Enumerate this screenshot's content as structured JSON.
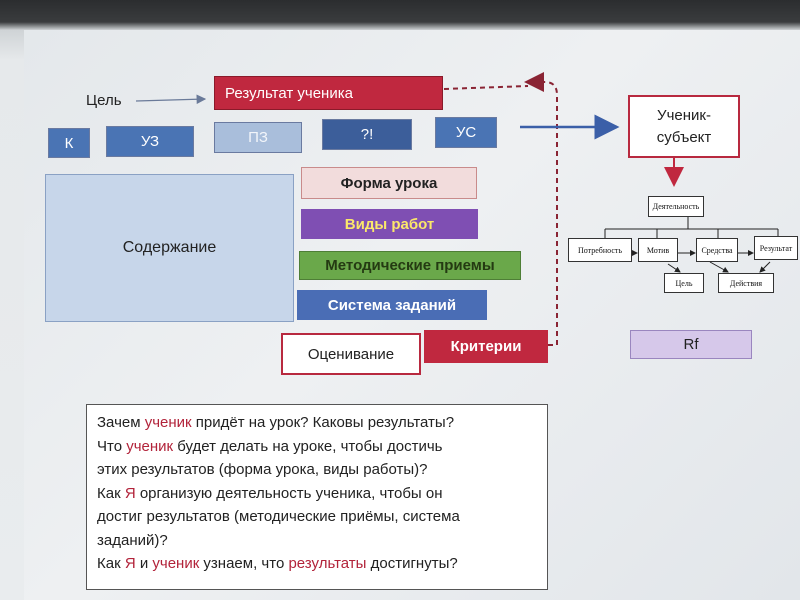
{
  "diagram": {
    "goal_label": "Цель",
    "result_box": "Результат ученика",
    "codes": [
      "К",
      "УЗ",
      "ПЗ",
      "?!",
      "УС"
    ],
    "content_box": "Содержание",
    "methods": [
      "Форма урока",
      "Виды работ",
      "Методические приемы",
      "Система заданий"
    ],
    "evaluation": "Оценивание",
    "criteria": "Критерии",
    "student_subject": [
      "Ученик-",
      "субъект"
    ],
    "activity_nodes": {
      "activity": "Деятельность",
      "need": "Потребность",
      "motive": "Мотив",
      "means": "Средства",
      "result": "Результат",
      "goal": "Цель",
      "actions": "Действия"
    },
    "rf": "Rf"
  },
  "questions": [
    [
      {
        "t": "Зачем "
      },
      {
        "t": "ученик",
        "h": true
      },
      {
        "t": " придёт на урок? Каковы результаты?"
      }
    ],
    [
      {
        "t": "Что "
      },
      {
        "t": "ученик",
        "h": true
      },
      {
        "t": " будет делать на уроке, чтобы достичь"
      }
    ],
    [
      {
        "t": "этих результатов (форма урока, виды работы)?"
      }
    ],
    [
      {
        "t": "Как "
      },
      {
        "t": "Я",
        "h": true
      },
      {
        "t": " организую деятельность ученика, чтобы он"
      }
    ],
    [
      {
        "t": "достиг результатов (методические приёмы, система"
      }
    ],
    [
      {
        "t": "заданий)?"
      }
    ],
    [
      {
        "t": "Как "
      },
      {
        "t": "Я",
        "h": true
      },
      {
        "t": " и "
      },
      {
        "t": "ученик",
        "h": true
      },
      {
        "t": " узнаем, что "
      },
      {
        "t": "результаты",
        "h": true
      },
      {
        "t": " достигнуты?"
      }
    ]
  ],
  "colors": {
    "red_accent": "#c0283f",
    "blue_box": "#4a74b4",
    "purple_box": "#7f4fb3",
    "green_box": "#6aa84a",
    "system_box": "#4a6db5"
  }
}
